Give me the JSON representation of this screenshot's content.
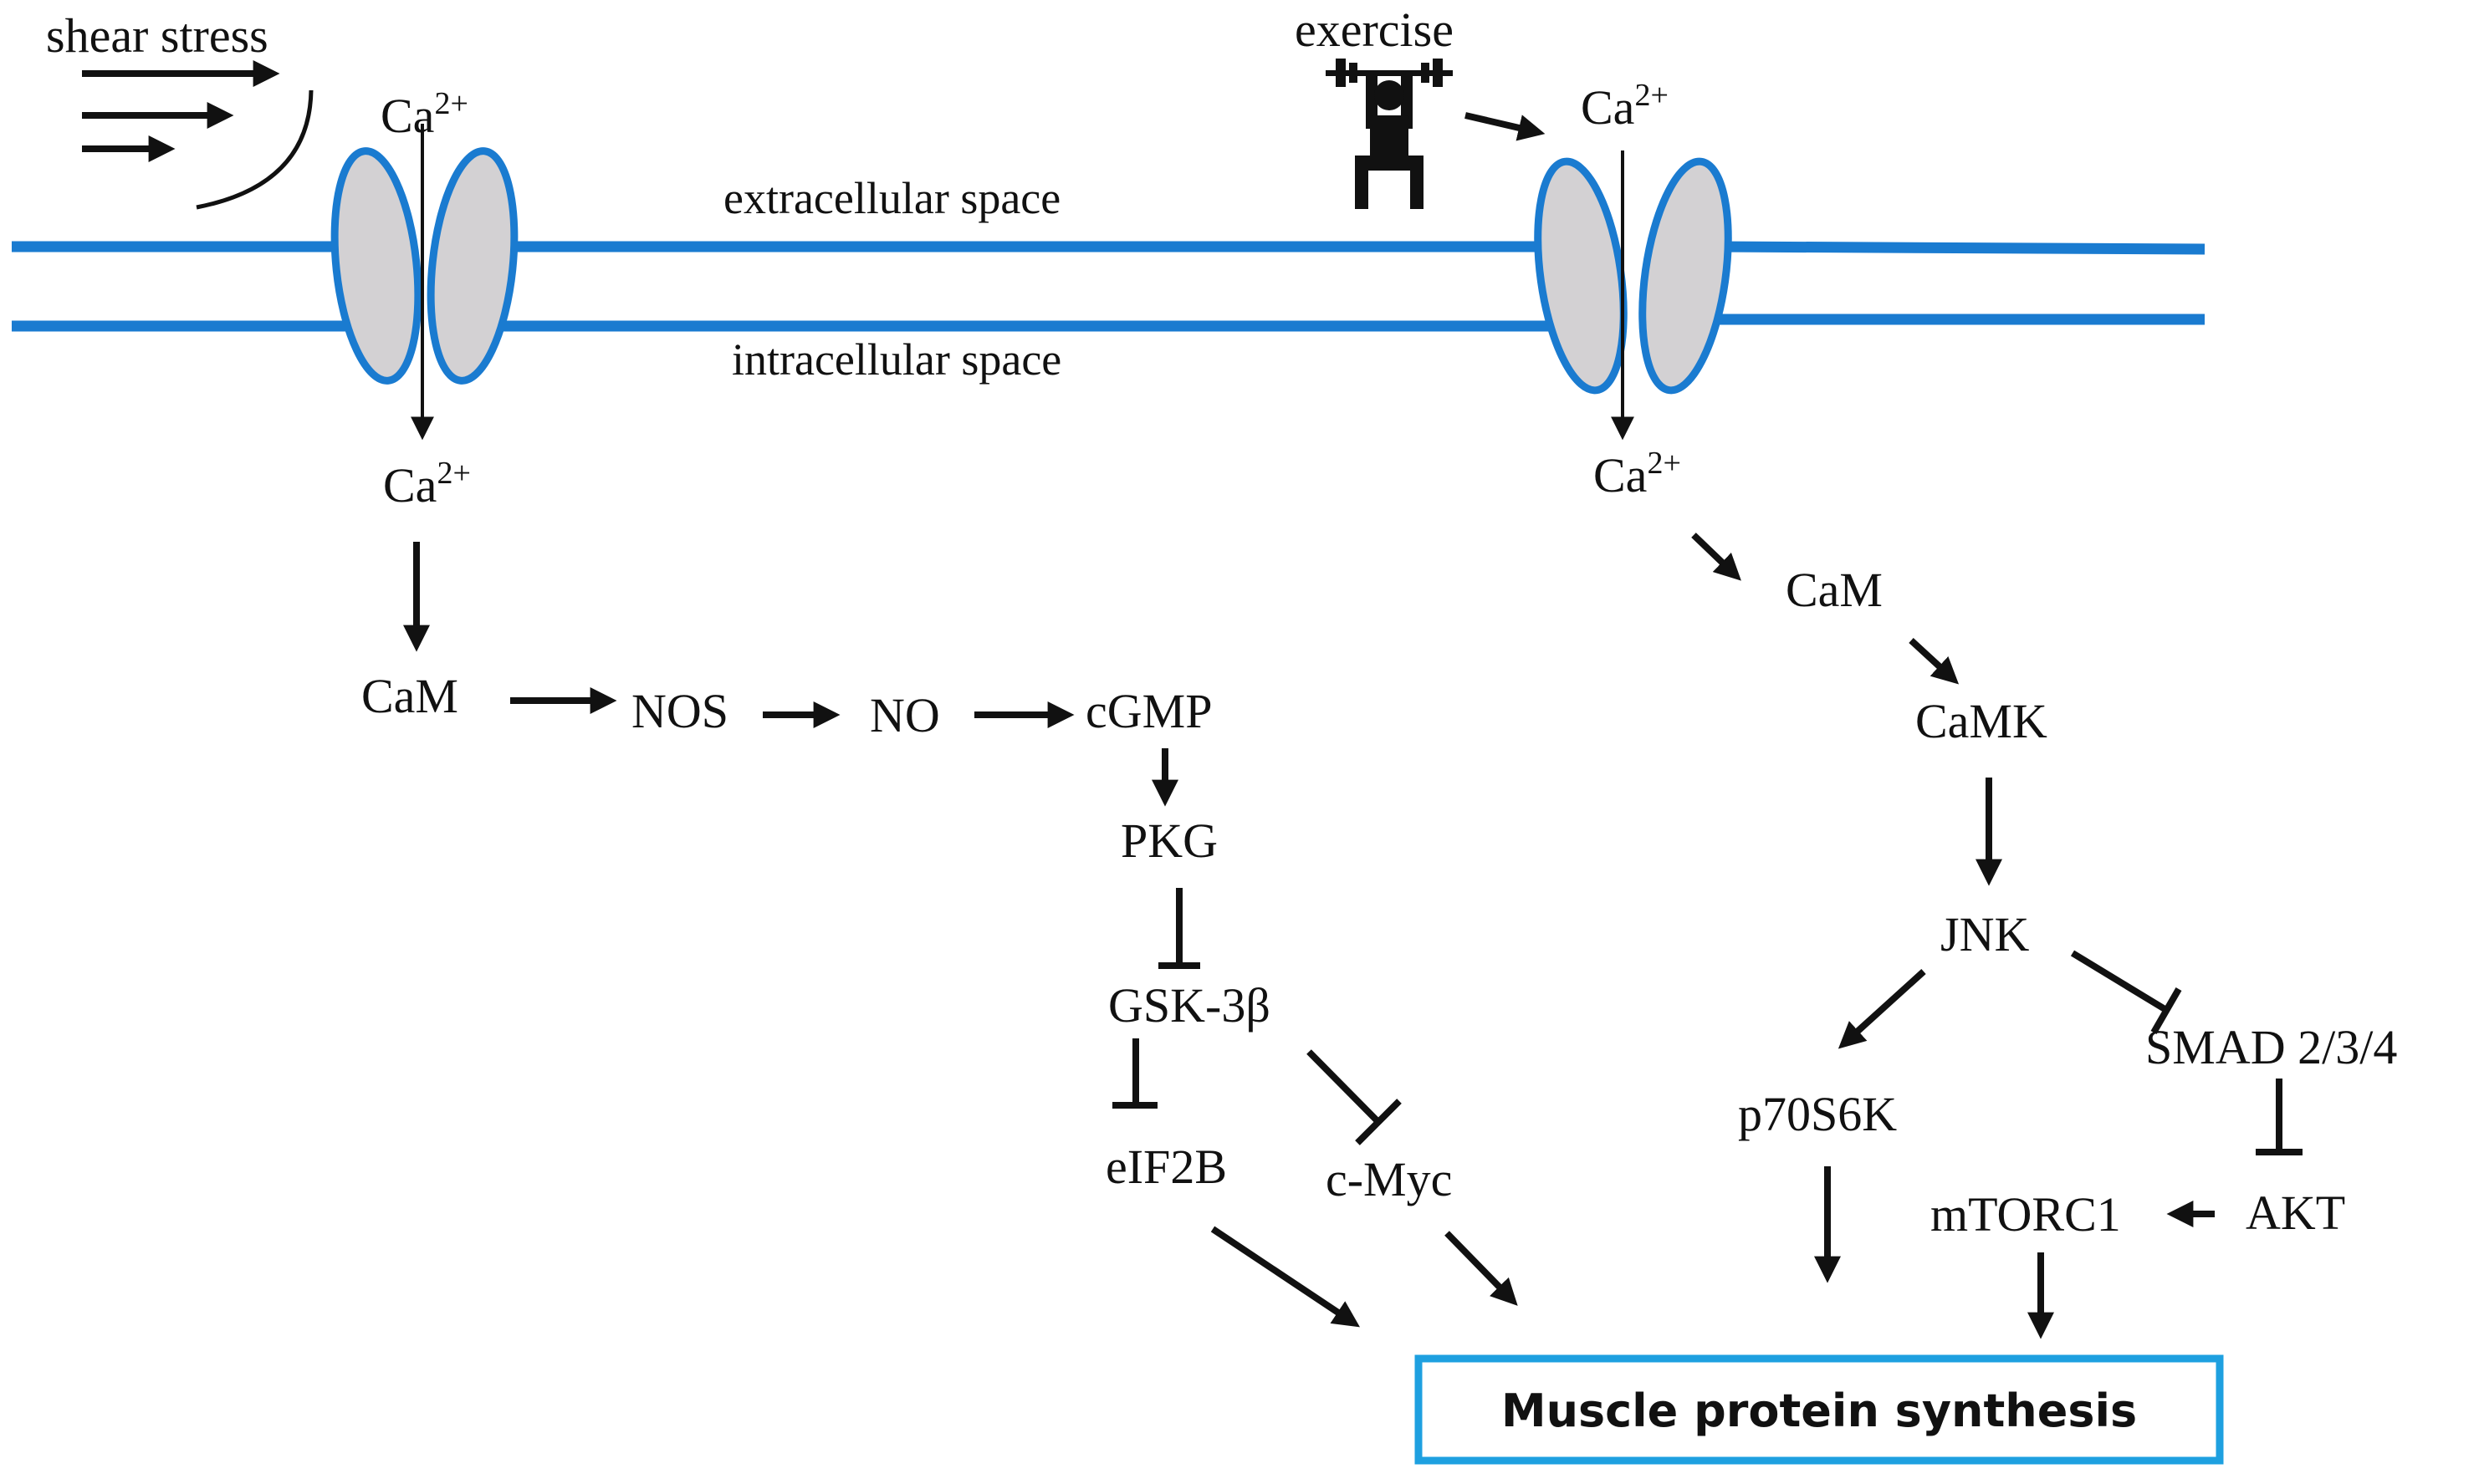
{
  "stimuli": {
    "shear_stress": "shear stress",
    "exercise": "exercise"
  },
  "spaces": {
    "extracellular": "extracellular space",
    "intracellular": "intracellular space"
  },
  "ions": {
    "ca_base": "Ca",
    "ca_charge": "2+"
  },
  "left_pathway": {
    "cam": "CaM",
    "nos": "NOS",
    "no": "NO",
    "cgmp": "cGMP",
    "pkg": "PKG",
    "gsk3b": "GSK-3β",
    "eif2b": "eIF2B",
    "cmyc": "c-Myc"
  },
  "right_pathway": {
    "cam": "CaM",
    "camk": "CaMK",
    "jnk": "JNK",
    "p70s6k": "p70S6K",
    "smad": "SMAD 2/3/4",
    "akt": "AKT",
    "mtorc1": "mTORC1"
  },
  "output": {
    "label": "Muscle protein synthesis",
    "border_color": "#1ea0e0"
  },
  "colors": {
    "membrane": "#1a7bd0",
    "channel_fill": "#d3d1d3",
    "arrow": "#111111"
  },
  "icons": [
    "weightlifter-icon",
    "shear-flow-arrows-icon"
  ]
}
